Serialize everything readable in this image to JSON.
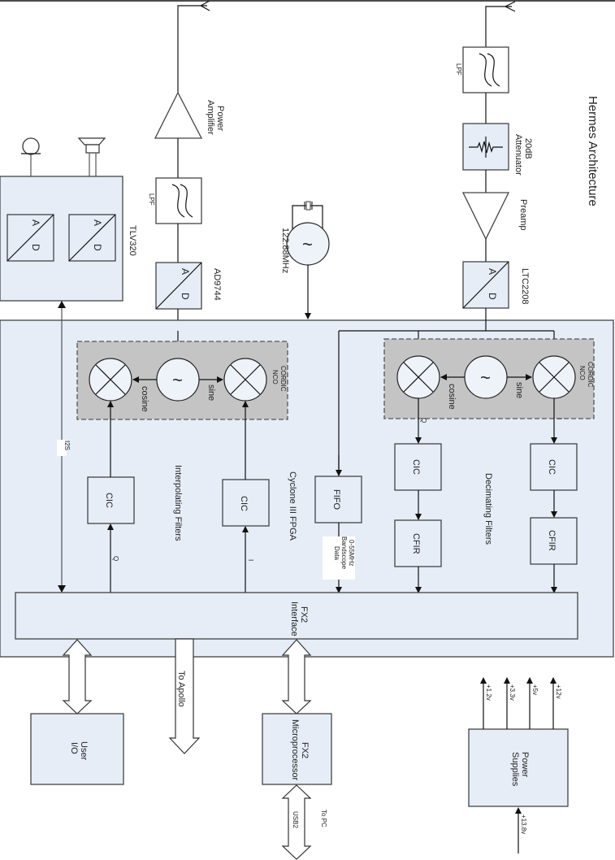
{
  "title": "Hermes  Architecture",
  "rx_chain": {
    "lpf": "LPF",
    "attenuator": [
      "20dB",
      "Attenuator"
    ],
    "preamp": "Preamp",
    "adc": "LTC2208"
  },
  "tx_chain": {
    "amp": [
      "Power",
      "Amplifier"
    ],
    "lpf": "LPF",
    "dac": "AD9744"
  },
  "codec": {
    "name": "TLV320",
    "ad_a": "A",
    "ad_d": "D"
  },
  "clock": {
    "freq": "122.88MHz",
    "symbol": "~"
  },
  "fpga": {
    "name": "Cyclone III FPGA",
    "nco_label": [
      "CORDIC",
      "NCO"
    ],
    "sine": "sine",
    "cosine": "cosine",
    "osc_symbol": "~",
    "decimating": "Decimating Filters",
    "interpolating": "Interpolating Filters",
    "cic": "CIC",
    "cfir": "CFIR",
    "fifo": "FIFO",
    "bandscope": [
      "0-55MHz",
      "Bandscope",
      "Data"
    ],
    "i_label": "I",
    "q_label": "Q",
    "i2s": "I2S",
    "fx2_interface": [
      "FX2",
      "Interface"
    ]
  },
  "external": {
    "to_apollo": "To Apollo",
    "user_io": [
      "User",
      "I/O"
    ],
    "fx2_micro": [
      "FX2",
      "Microprocessor"
    ],
    "usb2": "USB2",
    "to_pc": "To PC"
  },
  "power": {
    "name": [
      "Power",
      "Supplies"
    ],
    "outputs": [
      "+1.2v",
      "+3.3v",
      "+5v",
      "+12v"
    ],
    "input": "+13.8v"
  },
  "colors": {
    "block_fill": "#e6edf7",
    "nco_fill": "#c4c4c4",
    "line": "#111111"
  }
}
